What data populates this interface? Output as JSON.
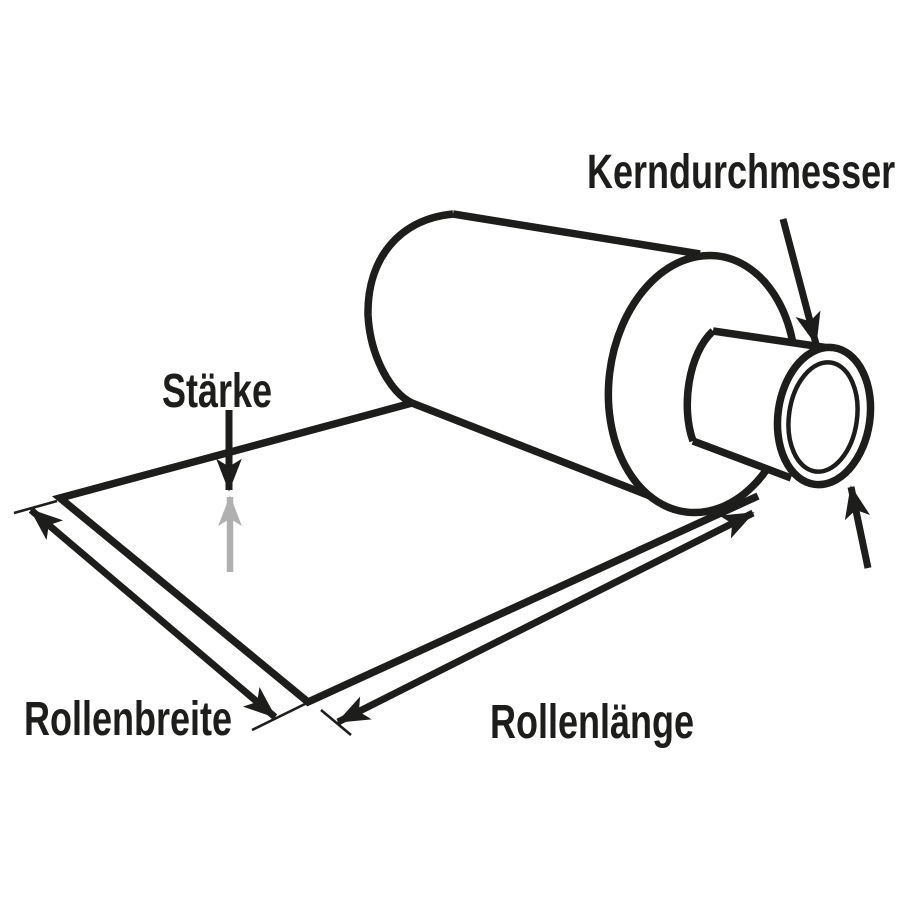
{
  "diagram": {
    "description": "Technical illustration of a material roll with unrolled sheet and dimension callouts",
    "labels": {
      "kerndurchmesser": "Kerndurchmesser",
      "staerke": "Stärke",
      "rollenbreite": "Rollenbreite",
      "rollenlaenge": "Rollenlänge"
    },
    "colors": {
      "ink": "#1d1d1b",
      "gray": "#b0b0b0",
      "background": "#ffffff"
    },
    "icons": {
      "kerndurchmesser_arrow": "arrow-pointing-to-core-top",
      "core_diameter_up_arrow": "arrow-pointing-to-core-bottom",
      "staerke_down_arrow": "black-arrow-down",
      "staerke_up_arrow": "gray-arrow-up",
      "rollenbreite_arrow": "double-headed-arrow",
      "rollenlaenge_arrow": "double-headed-arrow"
    }
  }
}
